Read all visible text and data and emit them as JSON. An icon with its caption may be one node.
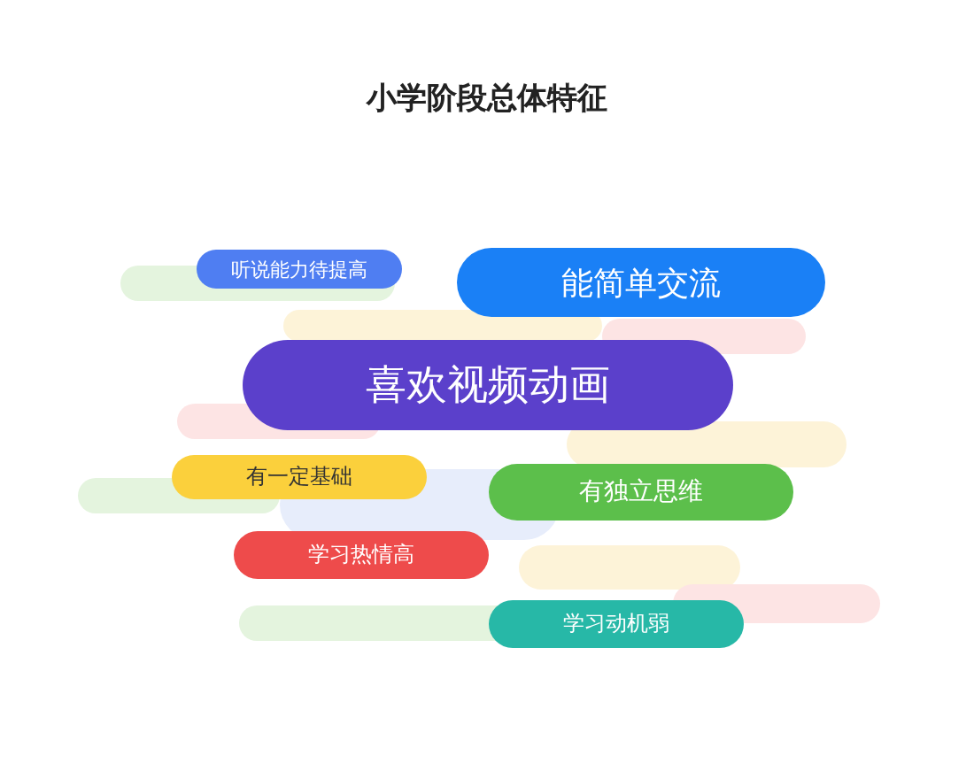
{
  "diagram": {
    "title": "小学阶段总体特征",
    "nodes": [
      {
        "text": [
          "听说能力待提高"
        ]
      },
      {
        "text": [
          "能简单交流"
        ]
      },
      {
        "text": [
          "喜欢视频动画"
        ]
      },
      {
        "text": [
          "有一定基础"
        ]
      },
      {
        "text": [
          "有独立思维"
        ]
      },
      {
        "text": [
          "学习热情高"
        ]
      },
      {
        "text": [
          "学习动机弱"
        ]
      }
    ]
  }
}
